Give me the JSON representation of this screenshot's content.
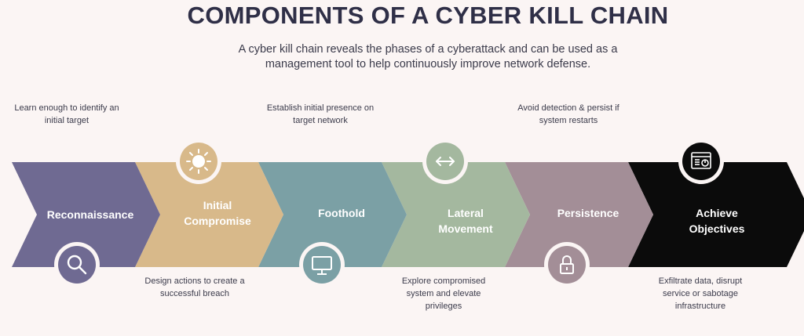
{
  "title": "COMPONENTS OF A CYBER KILL CHAIN",
  "subtitle": "A cyber kill chain reveals the phases of a cyberattack and can be used as a management tool to help continuously improve network defense.",
  "stages": [
    {
      "label": "Reconnaissance",
      "label_lines": [
        "Reconnaissance"
      ],
      "description": "Learn enough to identify an initial target",
      "color": "#6f6a92",
      "icon": "magnifier-icon"
    },
    {
      "label": "Initial Compromise",
      "label_lines": [
        "Initial",
        "Compromise"
      ],
      "description": "Design actions to create a successful breach",
      "color": "#d8b98a",
      "icon": "virus-icon"
    },
    {
      "label": "Foothold",
      "label_lines": [
        "Foothold"
      ],
      "description": "Establish initial presence on target network",
      "color": "#7ba0a5",
      "icon": "monitor-icon"
    },
    {
      "label": "Lateral Movement",
      "label_lines": [
        "Lateral",
        "Movement"
      ],
      "description": "Explore compromised system and elevate privileges",
      "color": "#a4b89f",
      "icon": "bidirectional-arrow-icon"
    },
    {
      "label": "Persistence",
      "label_lines": [
        "Persistence"
      ],
      "description": "Avoid detection & persist if system restarts",
      "color": "#a38e97",
      "icon": "padlock-icon"
    },
    {
      "label": "Achieve Objectives",
      "label_lines": [
        "Achieve",
        "Objectives"
      ],
      "description": "Exfiltrate data, disrupt service or sabotage infrastructure",
      "color": "#0b0b0b",
      "icon": "analytics-dashboard-icon"
    }
  ]
}
